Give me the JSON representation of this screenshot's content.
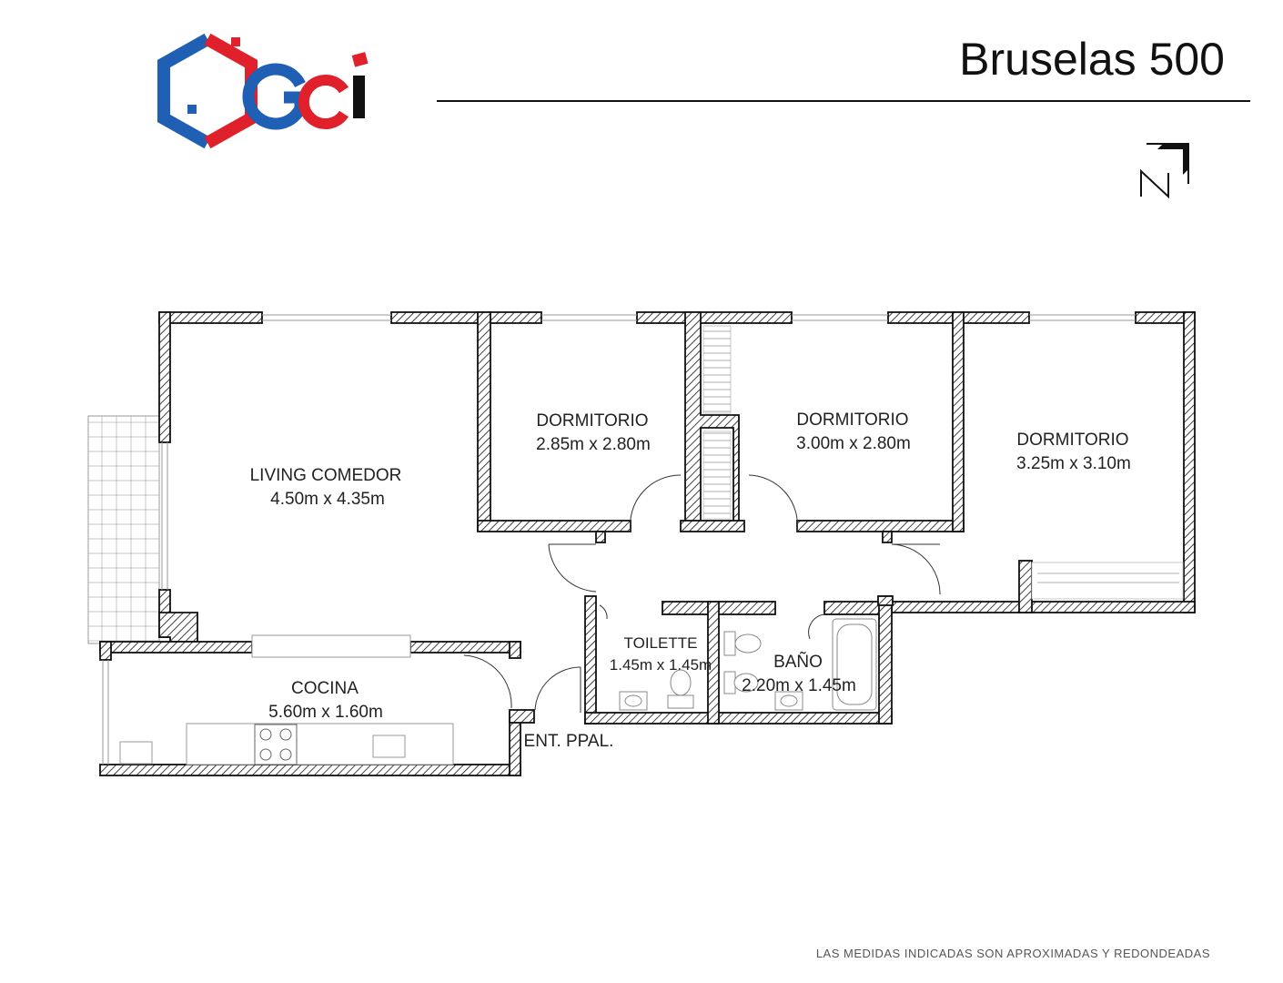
{
  "header": {
    "title": "Bruselas 500",
    "logo_text": "GCI"
  },
  "colors": {
    "logo_blue": "#1f5fb4",
    "logo_red": "#e0202a",
    "logo_black": "#111111",
    "wall_stroke": "#111111"
  },
  "rooms": {
    "living": {
      "name": "LIVING COMEDOR",
      "dims": "4.50m x 4.35m"
    },
    "dorm1": {
      "name": "DORMITORIO",
      "dims": "2.85m x 2.80m"
    },
    "dorm2": {
      "name": "DORMITORIO",
      "dims": "3.00m x 2.80m"
    },
    "dorm3": {
      "name": "DORMITORIO",
      "dims": "3.25m x 3.10m"
    },
    "cocina": {
      "name": "COCINA",
      "dims": "5.60m x 1.60m"
    },
    "toilette": {
      "name": "TOILETTE",
      "dims": "1.45m x 1.45m"
    },
    "bano": {
      "name": "BAÑO",
      "dims": "2.20m x 1.45m"
    }
  },
  "labels": {
    "entrance": "ENT. PPAL."
  },
  "compass": {
    "icon": "north-arrow-icon"
  },
  "footer": {
    "disclaimer": "LAS MEDIDAS INDICADAS SON APROXIMADAS Y REDONDEADAS"
  }
}
